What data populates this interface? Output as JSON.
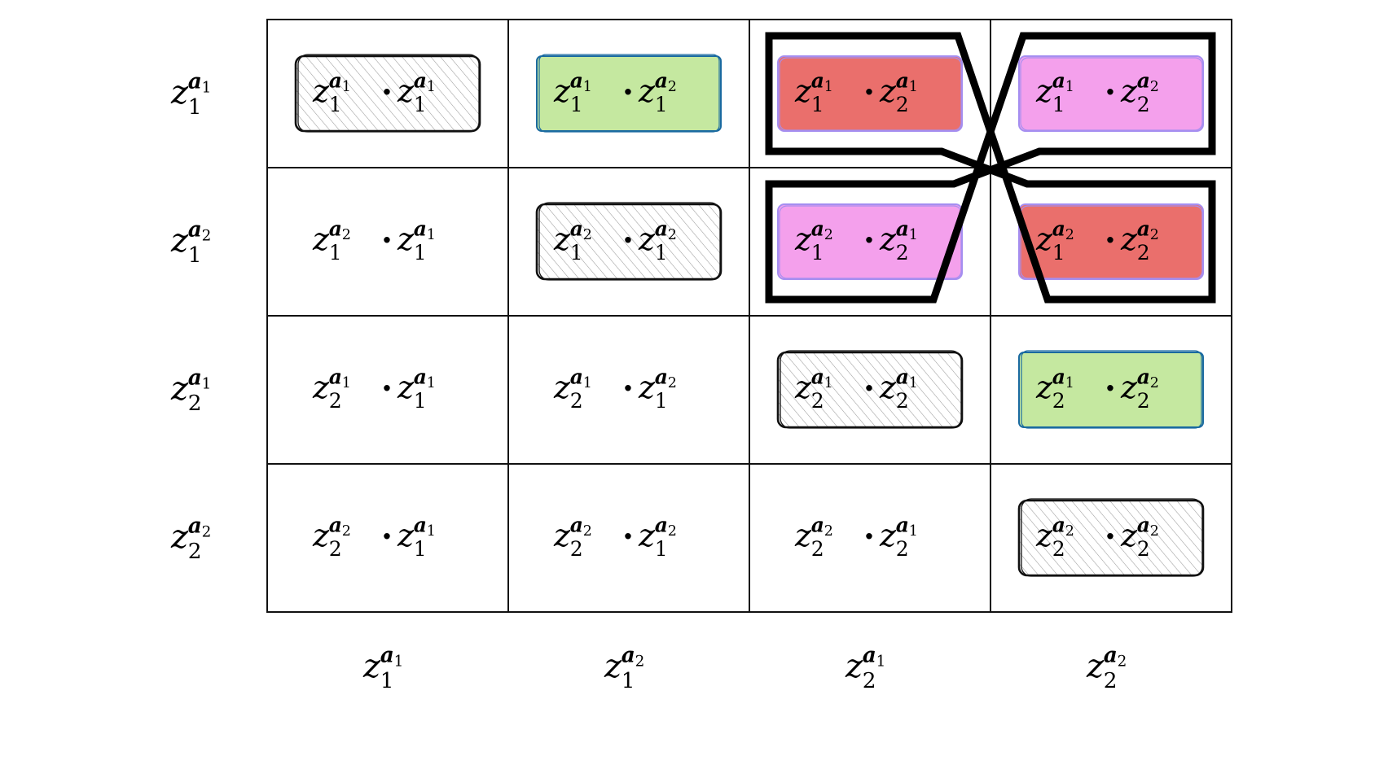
{
  "row_headers": [
    {
      "base": "z",
      "sub": "1",
      "sup": "a",
      "supsub": "1"
    },
    {
      "base": "z",
      "sub": "1",
      "sup": "a",
      "supsub": "2"
    },
    {
      "base": "z",
      "sub": "2",
      "sup": "a",
      "supsub": "1"
    },
    {
      "base": "z",
      "sub": "2",
      "sup": "a",
      "supsub": "2"
    }
  ],
  "col_headers": [
    {
      "base": "z",
      "sub": "1",
      "sup": "a",
      "supsub": "1"
    },
    {
      "base": "z",
      "sub": "1",
      "sup": "a",
      "supsub": "2"
    },
    {
      "base": "z",
      "sub": "2",
      "sup": "a",
      "supsub": "1"
    },
    {
      "base": "z",
      "sub": "2",
      "sup": "a",
      "supsub": "2"
    }
  ],
  "dot": "·",
  "cells": [
    [
      {
        "l": {
          "sub": "1",
          "supsub": "1"
        },
        "r": {
          "sub": "1",
          "supsub": "1"
        },
        "style": "hatch"
      },
      {
        "l": {
          "sub": "1",
          "supsub": "1"
        },
        "r": {
          "sub": "1",
          "supsub": "2"
        },
        "style": "green"
      },
      {
        "l": {
          "sub": "1",
          "supsub": "1"
        },
        "r": {
          "sub": "2",
          "supsub": "1"
        },
        "style": "red"
      },
      {
        "l": {
          "sub": "1",
          "supsub": "1"
        },
        "r": {
          "sub": "2",
          "supsub": "2"
        },
        "style": "pink"
      }
    ],
    [
      {
        "l": {
          "sub": "1",
          "supsub": "2"
        },
        "r": {
          "sub": "1",
          "supsub": "1"
        },
        "style": "none"
      },
      {
        "l": {
          "sub": "1",
          "supsub": "2"
        },
        "r": {
          "sub": "1",
          "supsub": "2"
        },
        "style": "hatch"
      },
      {
        "l": {
          "sub": "1",
          "supsub": "2"
        },
        "r": {
          "sub": "2",
          "supsub": "1"
        },
        "style": "pink"
      },
      {
        "l": {
          "sub": "1",
          "supsub": "2"
        },
        "r": {
          "sub": "2",
          "supsub": "2"
        },
        "style": "red"
      }
    ],
    [
      {
        "l": {
          "sub": "2",
          "supsub": "1"
        },
        "r": {
          "sub": "1",
          "supsub": "1"
        },
        "style": "none"
      },
      {
        "l": {
          "sub": "2",
          "supsub": "1"
        },
        "r": {
          "sub": "1",
          "supsub": "2"
        },
        "style": "none"
      },
      {
        "l": {
          "sub": "2",
          "supsub": "1"
        },
        "r": {
          "sub": "2",
          "supsub": "1"
        },
        "style": "hatch"
      },
      {
        "l": {
          "sub": "2",
          "supsub": "1"
        },
        "r": {
          "sub": "2",
          "supsub": "2"
        },
        "style": "green"
      }
    ],
    [
      {
        "l": {
          "sub": "2",
          "supsub": "2"
        },
        "r": {
          "sub": "1",
          "supsub": "1"
        },
        "style": "none"
      },
      {
        "l": {
          "sub": "2",
          "supsub": "2"
        },
        "r": {
          "sub": "1",
          "supsub": "2"
        },
        "style": "none"
      },
      {
        "l": {
          "sub": "2",
          "supsub": "2"
        },
        "r": {
          "sub": "2",
          "supsub": "1"
        },
        "style": "none"
      },
      {
        "l": {
          "sub": "2",
          "supsub": "2"
        },
        "r": {
          "sub": "2",
          "supsub": "2"
        },
        "style": "hatch"
      }
    ]
  ],
  "colors": {
    "green_fill": "#c5e8a0",
    "green_stroke": "#1a6aa0",
    "red_fill": "#ea6f6c",
    "pink_fill": "#f4a0ec",
    "highlight_stroke": "#a58ef0",
    "hatch_stroke": "#888888",
    "grid": "#111111"
  }
}
